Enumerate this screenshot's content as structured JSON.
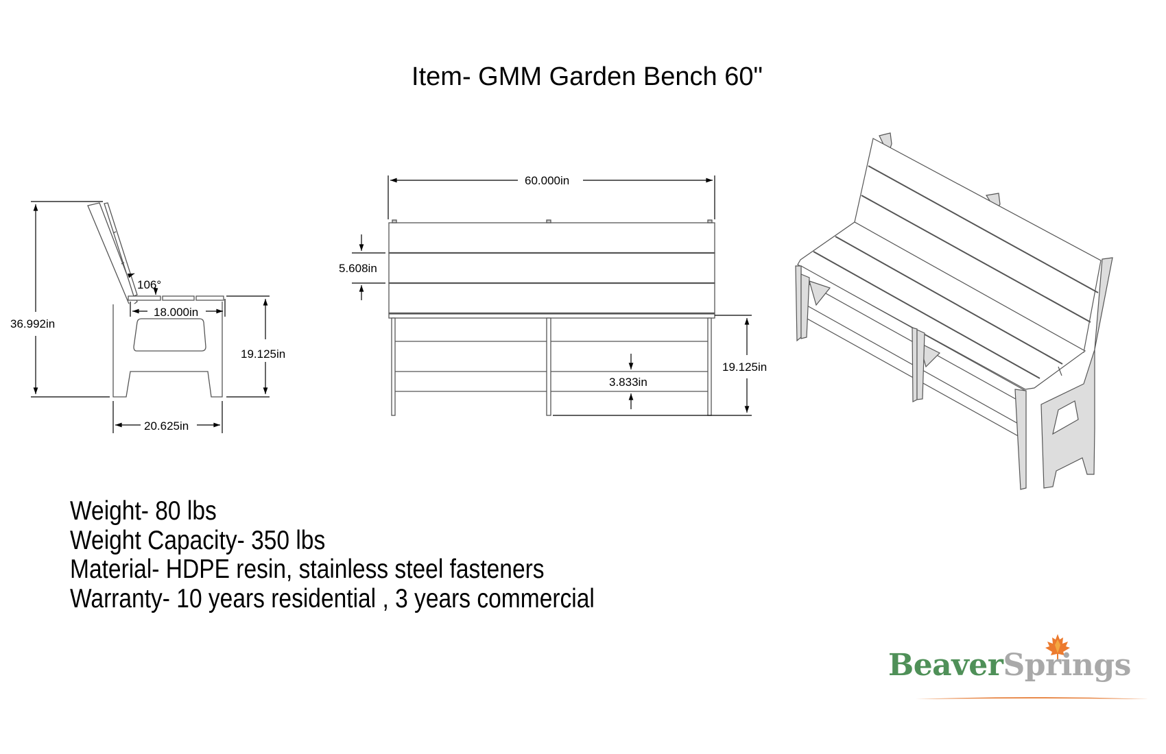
{
  "title": "Item- GMM Garden Bench 60\"",
  "side_view": {
    "overall_height": "36.992in",
    "seat_depth": "18.000in",
    "seat_height": "19.125in",
    "overall_depth": "20.625in",
    "back_angle": "106°"
  },
  "front_view": {
    "overall_width": "60.000in",
    "back_slat_height": "5.608in",
    "lower_slat_height": "3.833in",
    "seat_height": "19.125in"
  },
  "specs": [
    "Weight- 80 lbs",
    "Weight Capacity- 350 lbs",
    "Material- HDPE resin, stainless steel fasteners",
    "Warranty- 10 years residential , 3 years commercial"
  ],
  "logo": {
    "part1": "Beaver",
    "part2": "Springs",
    "colors": {
      "beaver": "#4f9058",
      "springs": "#a9a9a9",
      "swoosh": "#e8894a",
      "leaf": "#e8602a"
    }
  }
}
